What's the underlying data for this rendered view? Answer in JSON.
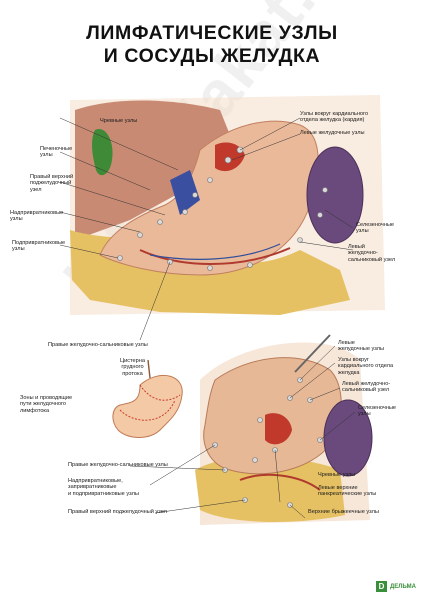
{
  "poster": {
    "title_line1": "ЛИМФАТИЧЕСКИЕ УЗЛЫ",
    "title_line2": "И СОСУДЫ ЖЕЛУДКА",
    "watermark": "med-plakat.ru",
    "brand": "ДЕЛЬМА"
  },
  "labels_top": {
    "celiac": "Чревные узлы",
    "hepatic": "Печеночные\nузлы",
    "right_upper_pancreatic": "Правый верхний\nподжелудочный\nузел",
    "suprapyloric": "Надпривратниковые\nузлы",
    "subpyloric": "Подпривратниковые\nузлы",
    "right_gastroepiploic": "Правые желудочно-сальниковые узлы",
    "cardia_nodes": "Узлы вокруг кардиального\nотдела желудка (кардия)",
    "left_gastric": "Левые желудочные узлы",
    "splenic": "Селезеночные\nузлы",
    "left_gastroepiploic": "Левый\nжелудочно-\nсальниковый узел"
  },
  "labels_bottom": {
    "cistern": "Цистерна\nгрудного\nпротока",
    "drainage_zones": "Зоны и проводящие\nпути желудочного\nлимфотока",
    "right_gastroepiploic": "Правые желудочно-сальниковые узлы",
    "pyloric_group": "Надпривратниковые,\nзапривратниковые\nи подпривратниковые узлы",
    "right_upper_pancreatic": "Правый верхний поджелудочный узел",
    "left_gastric": "Левые\nжелудочные узлы",
    "cardia_nodes": "Узлы вокруг\nкардиального отдела\nжелудка",
    "left_gastroepiploic": "Левый желудочно-\nсальниковый узел",
    "splenic": "Селезеночные\nузлы",
    "celiac": "Чревные узлы",
    "left_upper_pancreatic": "Левые верхние\nпанкреатические узлы",
    "superior_mesenteric": "Верхние брыжеечные узлы"
  }
}
